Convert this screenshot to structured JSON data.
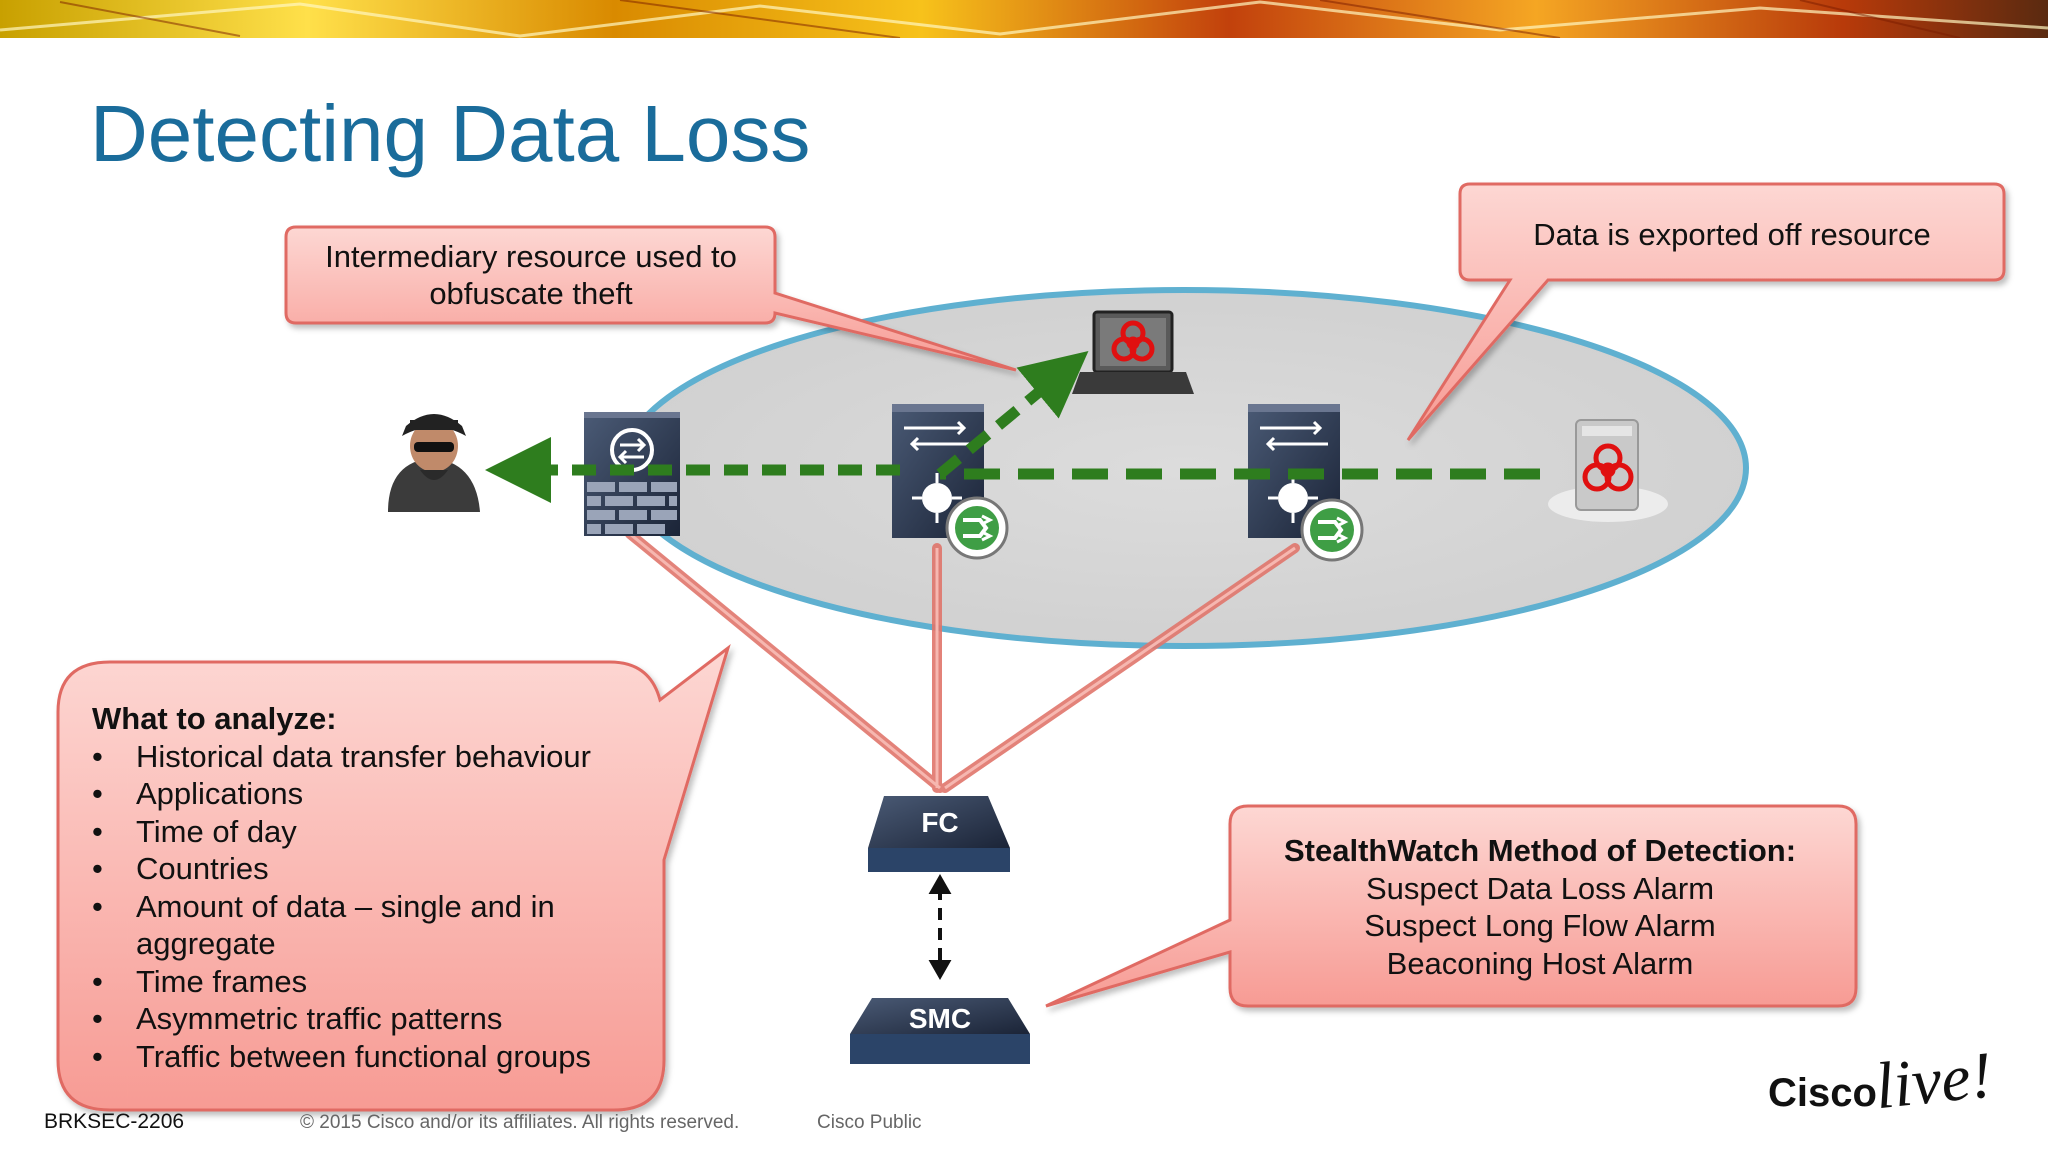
{
  "title": "Detecting Data Loss",
  "callouts": {
    "intermediary": [
      "Intermediary resource used to",
      "obfuscate theft"
    ],
    "exported": "Data is exported off resource"
  },
  "analyze": {
    "heading": "What to analyze:",
    "items": [
      "Historical data transfer behaviour",
      "Applications",
      "Time of day",
      "Countries",
      "Amount of data – single and in aggregate",
      "Time frames",
      "Asymmetric traffic patterns",
      "Traffic between functional groups"
    ]
  },
  "stealthwatch": {
    "heading": "StealthWatch Method of Detection:",
    "alarms": [
      "Suspect Data Loss Alarm",
      "Suspect Long Flow Alarm",
      "Beaconing Host Alarm"
    ]
  },
  "devices": {
    "fc": "FC",
    "smc": "SMC"
  },
  "footer": {
    "session": "BRKSEC-2206",
    "copyright": "© 2015 Cisco and/or its affiliates. All rights reserved.",
    "classification": "Cisco Public"
  },
  "logo": {
    "brand": "Cisco",
    "event": "live!"
  },
  "icons": [
    "hacker-icon",
    "firewall-icon",
    "router-switch-icon",
    "netflow-icon",
    "infected-laptop-icon",
    "infected-server-icon",
    "biohazard-icon"
  ],
  "colors": {
    "title": "#1a6c9b",
    "callout_fill": "#f9a9a4",
    "callout_border": "#e06b63",
    "ellipse_fill": "#d6d6d6",
    "ellipse_border": "#5fb0d0",
    "flow_green": "#2e7d1e",
    "link_red": "#e0756b",
    "device_navy": "#2b4468"
  }
}
